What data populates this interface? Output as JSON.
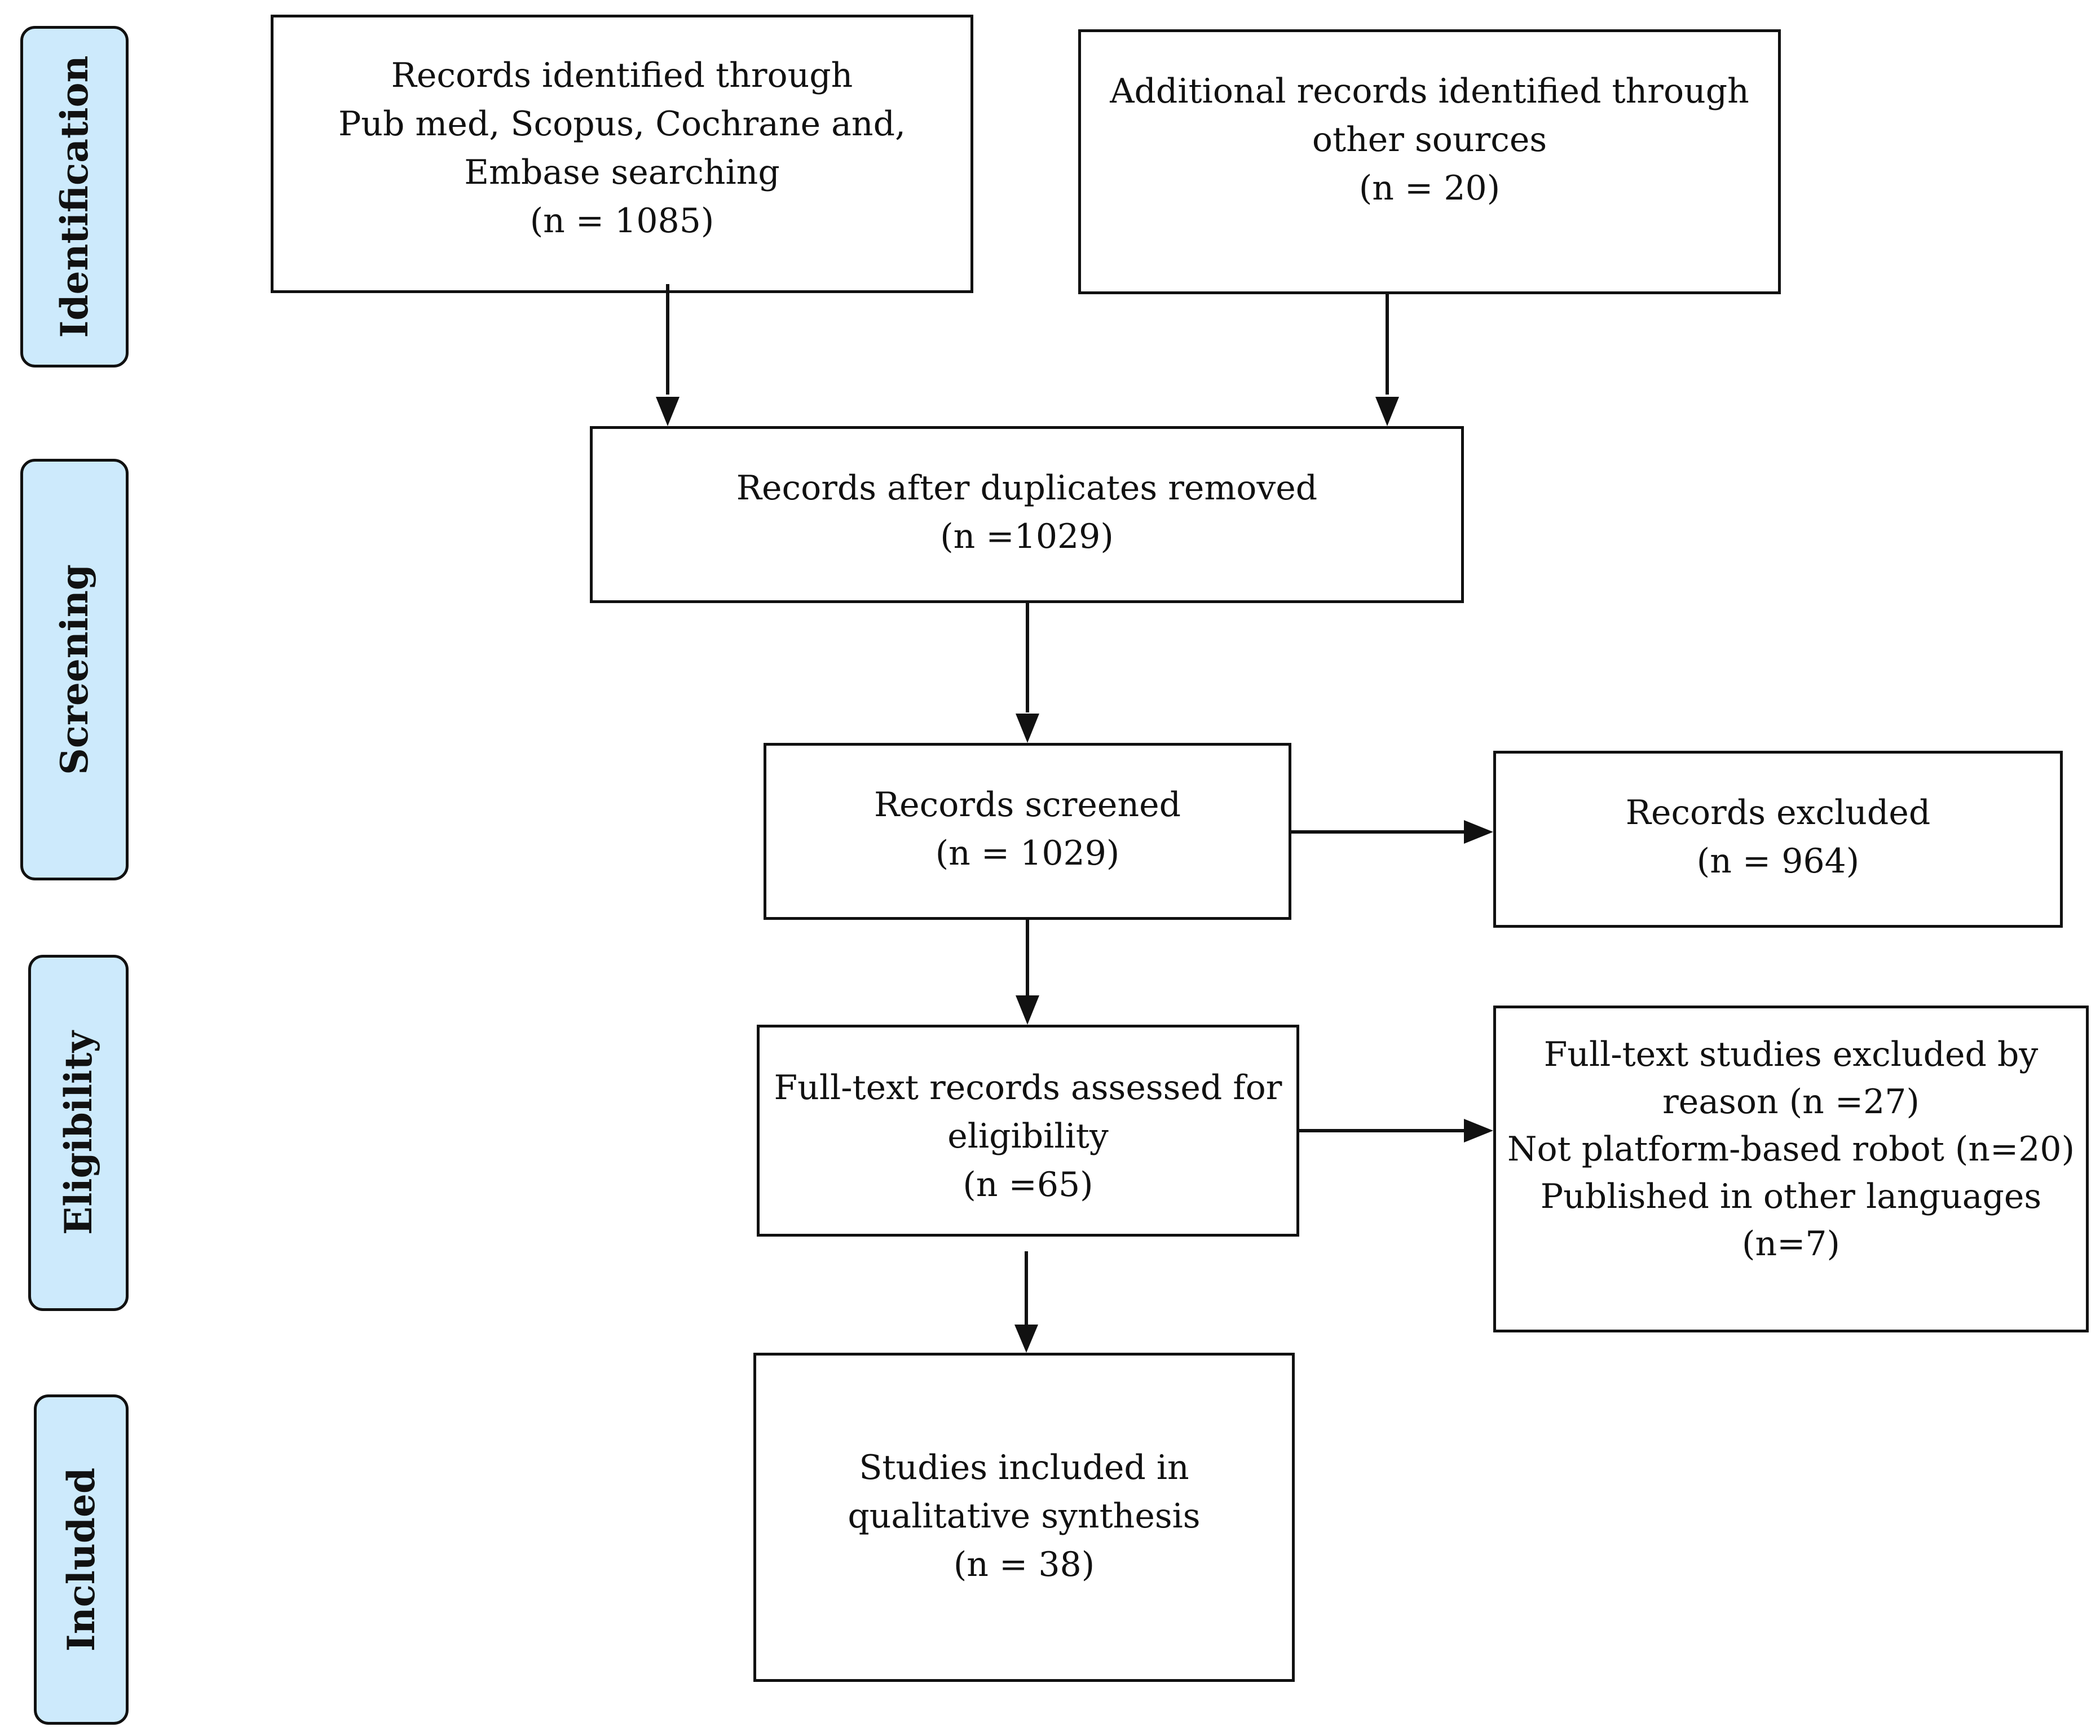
{
  "phases": [
    {
      "label": "Identification"
    },
    {
      "label": "Screening"
    },
    {
      "label": "Eligibility"
    },
    {
      "label": "Included"
    }
  ],
  "boxes": {
    "identified": {
      "lines": [
        "Records identified through",
        "Pub med, Scopus, Cochrane and,",
        "Embase searching",
        "(n = 1085)"
      ]
    },
    "additional": {
      "lines": [
        "Additional records identified through",
        "other sources",
        "(n = 20)"
      ]
    },
    "duplicates_removed": {
      "lines": [
        "Records after duplicates removed",
        "(n =1029)"
      ]
    },
    "screened": {
      "lines": [
        "Records screened",
        "(n = 1029)"
      ]
    },
    "excluded": {
      "lines": [
        "Records excluded",
        "(n = 964)"
      ]
    },
    "fulltext_assessed": {
      "lines": [
        "Full-text records assessed for",
        "eligibility",
        "(n =65)"
      ]
    },
    "fulltext_excluded": {
      "lines": [
        "Full-text studies excluded by",
        "reason (n =27)",
        "Not platform-based robot (n=20)",
        "Published in other languages",
        "(n=7)"
      ]
    },
    "included": {
      "lines": [
        "Studies included in",
        "qualitative synthesis",
        "(n = 38)"
      ]
    }
  }
}
